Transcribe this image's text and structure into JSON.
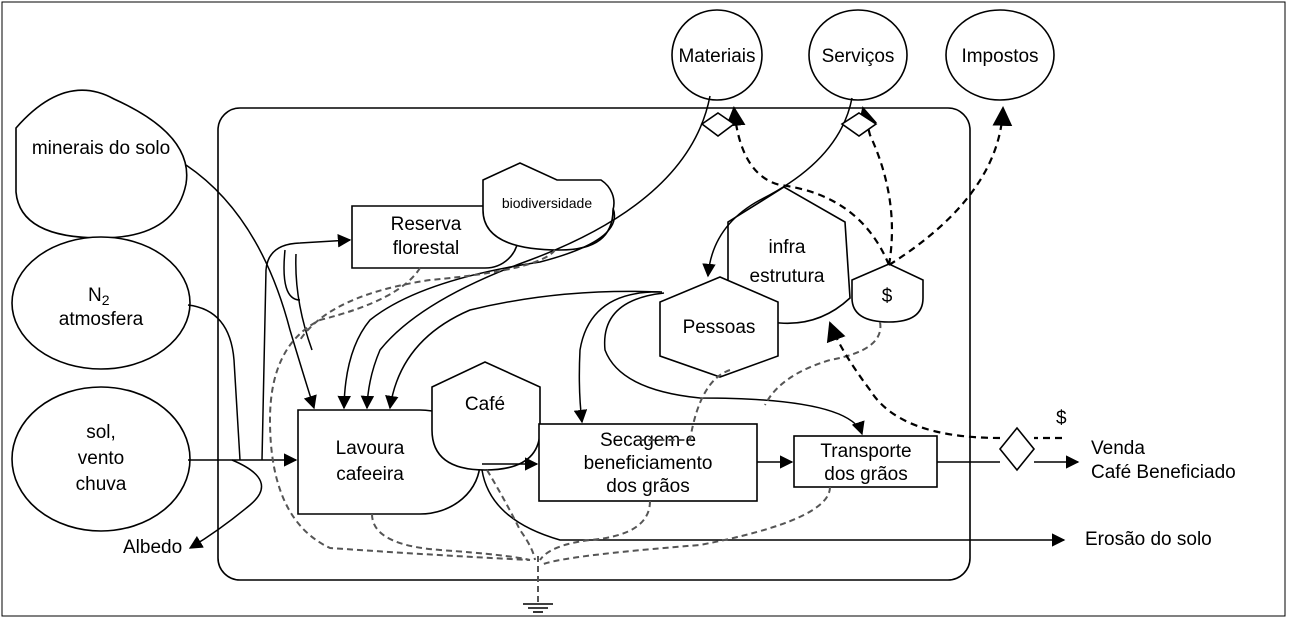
{
  "sources": {
    "minerais": "minerais do solo",
    "n2_main": "N",
    "n2_sub": "2",
    "n2_rest": "atmosfera",
    "sol_line1": "sol,",
    "sol_line2": "vento",
    "sol_line3": "chuva",
    "materiais": "Materiais",
    "servicos": "Serviços",
    "impostos": "Impostos"
  },
  "storages": {
    "biodiversidade": "biodiversidade",
    "cafe": "Café",
    "infra_line1": "infra",
    "infra_line2": "estrutura",
    "dinheiro": "$"
  },
  "producers": {
    "reserva_line1": "Reserva",
    "reserva_line2": "florestal",
    "lavoura_line1": "Lavoura",
    "lavoura_line2": "cafeeira"
  },
  "consumers": {
    "pessoas": "Pessoas"
  },
  "processes": {
    "secagem_line1": "Secagem e",
    "secagem_line2": "beneficiamento",
    "secagem_line3": "dos grãos",
    "transporte_line1": "Transporte",
    "transporte_line2": "dos grãos"
  },
  "outputs": {
    "albedo": "Albedo",
    "venda_line1": "Venda",
    "venda_line2": "Café Beneficiado",
    "erosao": "Erosão do solo",
    "dollar": "$"
  },
  "colors": {
    "line": "#000000",
    "heat_sink_line": "#555555",
    "background": "#ffffff"
  }
}
